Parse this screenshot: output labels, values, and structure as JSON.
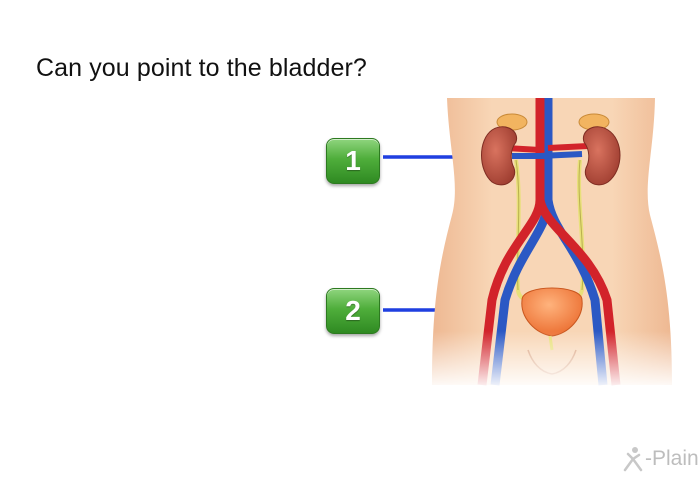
{
  "question": "Can you point to the bladder?",
  "answers": [
    {
      "label": "1",
      "target": "kidney"
    },
    {
      "label": "2",
      "target": "bladder"
    }
  ],
  "colors": {
    "button_green": "#4fae3b",
    "arrow_blue": "#1f3fe0",
    "artery_red": "#d2232a",
    "vein_blue": "#2b58c4",
    "kidney": "#b5493a",
    "bladder": "#f07a3c",
    "skin": "#f6cfad"
  },
  "logo": {
    "text": "-Plain",
    "mark": "x-plain-logo-icon"
  }
}
